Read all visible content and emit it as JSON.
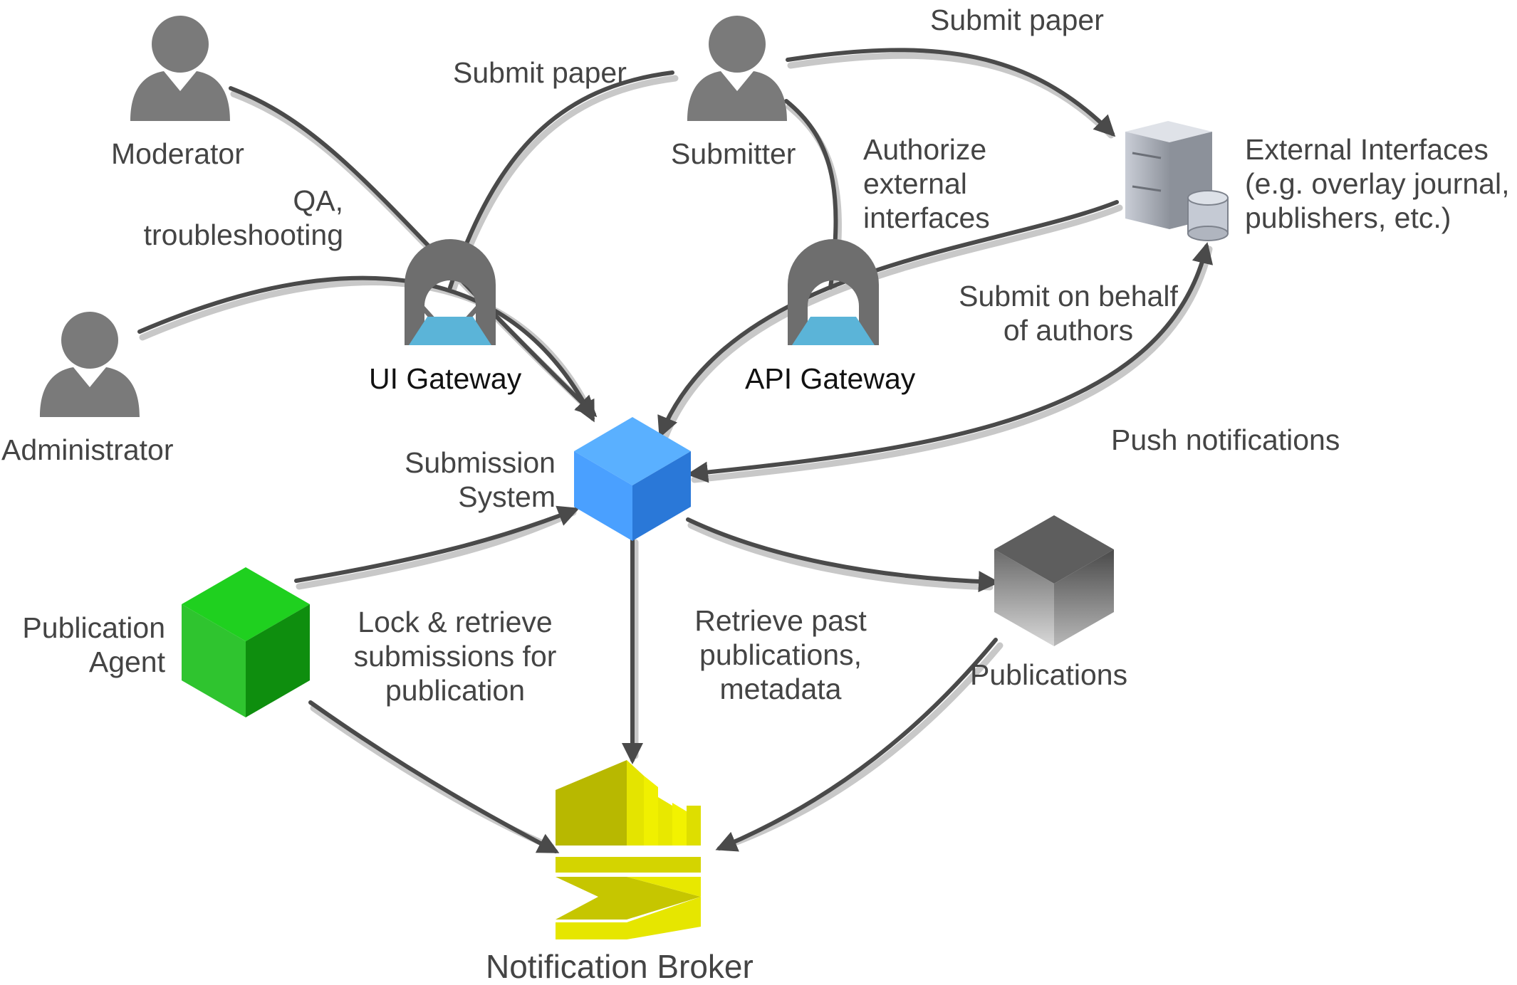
{
  "actors": {
    "moderator": "Moderator",
    "submitter": "Submitter",
    "administrator": "Administrator"
  },
  "components": {
    "ui_gateway": "UI Gateway",
    "api_gateway": "API Gateway",
    "submission_system": [
      "Submission",
      "System"
    ],
    "publication_agent": [
      "Publication",
      "Agent"
    ],
    "publications": "Publications",
    "notification_broker": "Notification Broker",
    "external_interfaces": [
      "External Interfaces",
      "(e.g. overlay journal,",
      "publishers, etc.)"
    ]
  },
  "edge_labels": {
    "submit_paper_ui": "Submit paper",
    "submit_paper_ext": "Submit paper",
    "qa": [
      "QA,",
      "troubleshooting"
    ],
    "authorize": [
      "Authorize",
      "external",
      "interfaces"
    ],
    "submit_behalf": [
      "Submit on behalf",
      "of authors"
    ],
    "push_notifications": "Push notifications",
    "lock_retrieve": [
      "Lock & retrieve",
      "submissions for",
      "publication"
    ],
    "retrieve_past": [
      "Retrieve past",
      "publications,",
      "metadata"
    ]
  },
  "colors": {
    "actor": "#7a7a7a",
    "gateway": "#6e6e6e",
    "gateway_accent": "#5bb4d8",
    "submission_system": "#3a8ff0",
    "publication_agent": "#1fb41f",
    "publications": "#8a8a8a",
    "notification_broker": "#d6d600",
    "external_interfaces": "#a8adb8",
    "edge": "#555555"
  }
}
